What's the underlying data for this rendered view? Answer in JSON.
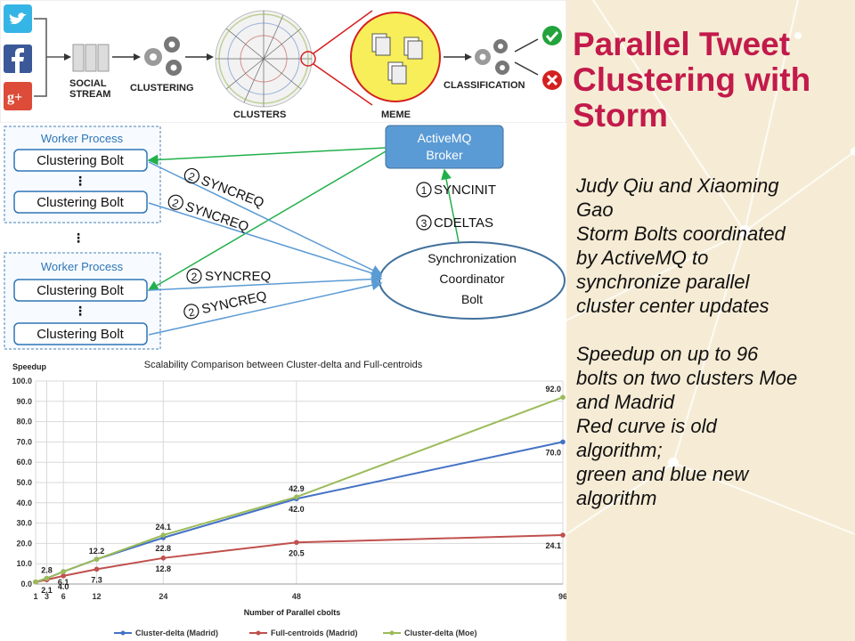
{
  "slide": {
    "title_lines": [
      "Parallel Tweet",
      "Clustering with",
      "Storm"
    ],
    "body_lines": [
      "Judy Qiu and Xiaoming",
      "Gao",
      "Storm Bolts coordinated",
      "by ActiveMQ to",
      "synchronize parallel",
      "cluster center updates",
      "",
      "Speedup on up to 96",
      "bolts on two clusters Moe",
      "and Madrid",
      "Red curve is old",
      "algorithm;",
      "green and blue new",
      "algorithm"
    ],
    "colors": {
      "title": "#c21a4b",
      "band": "#3b7aa3",
      "panel": "#f6ecd5"
    }
  },
  "pipeline": {
    "sources": [
      "twitter-logo",
      "facebook-logo",
      "google-plus-logo"
    ],
    "social_stream": "SOCIAL\nSTREAM",
    "social_stream_lines": [
      "SOCIAL",
      "STREAM"
    ],
    "clustering": "CLUSTERING",
    "clusters": "CLUSTERS",
    "meme": "MEME",
    "classification": "CLASSIFICATION",
    "outcomes": [
      "check-icon",
      "cross-icon"
    ]
  },
  "architecture": {
    "worker_process_label": "Worker Process",
    "bolt_label": "Clustering Bolt",
    "broker_lines": [
      "ActiveMQ",
      "Broker"
    ],
    "coordinator_lines": [
      "Synchronization",
      "Coordinator",
      "Bolt"
    ],
    "syncreq": "SYNCREQ",
    "syncinit": "SYNCINIT",
    "cdeltas": "CDELTAS",
    "num1": "1",
    "num2": "2",
    "num3": "3",
    "ellipsis": "⋮",
    "colors": {
      "green": "#22b04b",
      "blue": "#5b9bd5",
      "worker": "#2e75b6",
      "broker": "#5b9bd5"
    }
  },
  "chart_data": {
    "type": "line",
    "title": "Scalability Comparison between Cluster-delta and Full-centroids",
    "ylabel": "Speedup",
    "xlabel": "Number of Parallel cbolts",
    "x": [
      1,
      3,
      6,
      12,
      24,
      48,
      96
    ],
    "x_tick_labels": [
      "1",
      "3",
      "6",
      "12",
      "24",
      "48",
      "96"
    ],
    "ylim": [
      0,
      100
    ],
    "y_ticks": [
      "0.0",
      "10.0",
      "20.0",
      "30.0",
      "40.0",
      "50.0",
      "60.0",
      "70.0",
      "80.0",
      "90.0",
      "100.0"
    ],
    "grid": true,
    "legend_position": "bottom",
    "series": [
      {
        "name": "Cluster-delta (Madrid)",
        "color": "#4472c4",
        "values": [
          1.0,
          2.8,
          6.1,
          12.2,
          22.8,
          42.0,
          70.0
        ],
        "labels": {
          "6": "6.1",
          "24": "22.8",
          "48": "42.0",
          "96": "70.0"
        }
      },
      {
        "name": "Full-centroids (Madrid)",
        "color": "#c0504d",
        "values": [
          1.0,
          2.1,
          4.0,
          7.3,
          12.8,
          20.5,
          24.1
        ],
        "labels": {
          "3": "2.1",
          "6": "4.0",
          "12": "7.3",
          "24": "12.8",
          "48": "20.5",
          "96": "24.1"
        }
      },
      {
        "name": "Cluster-delta (Moe)",
        "color": "#9bbb59",
        "values": [
          1.0,
          2.8,
          6.1,
          12.2,
          24.1,
          42.9,
          92.0
        ],
        "labels": {
          "3": "2.8",
          "12": "12.2",
          "24": "24.1",
          "48": "42.9",
          "96": "92.0"
        }
      }
    ]
  }
}
